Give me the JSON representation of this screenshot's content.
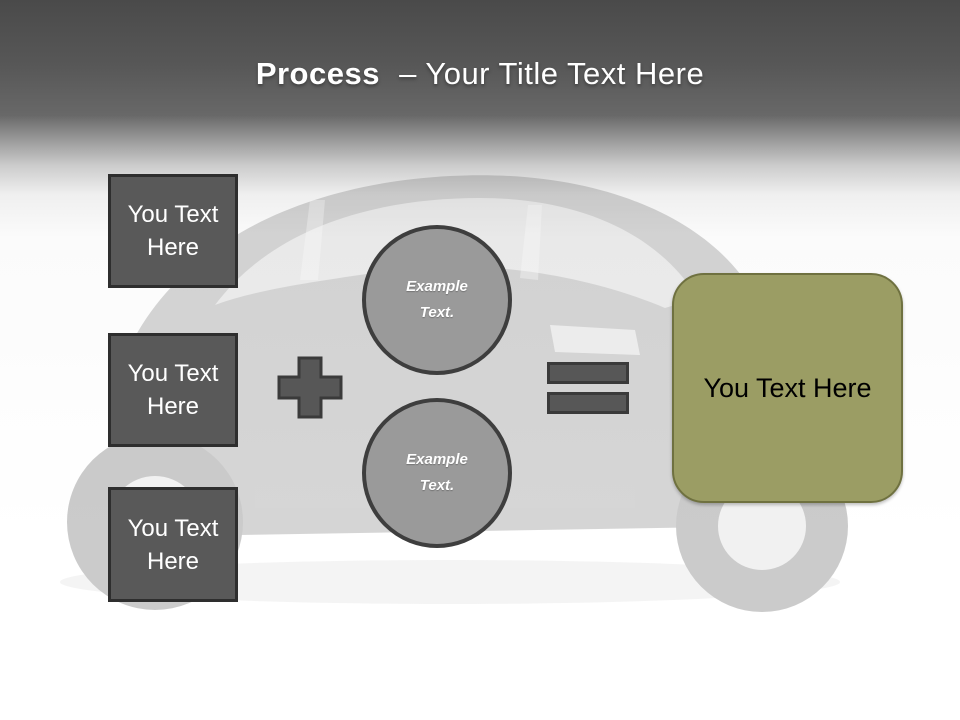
{
  "slide": {
    "title": {
      "bold": "Process",
      "rest": "– Your Title Text Here"
    },
    "background": "ghosted car photo"
  },
  "diagram": {
    "inputs": [
      {
        "label": "You Text Here"
      },
      {
        "label": "You Text Here"
      },
      {
        "label": "You Text Here"
      }
    ],
    "examples": [
      {
        "label": "Example Text."
      },
      {
        "label": "Example Text."
      }
    ],
    "operators": {
      "plus": "plus-sign",
      "equals": "equals-sign"
    },
    "result": {
      "label": "You Text Here"
    }
  },
  "colors": {
    "header-top": "#4a4a4a",
    "title-color": "#ffffff",
    "box-fill": "#595959",
    "box-border": "#2e2e2e",
    "circle-fill": "#9a9a9a",
    "circle-border": "#3e3e3e",
    "operator-fill": "#575757",
    "operator-border": "#3a3a3a",
    "result-fill": "#9b9d64",
    "result-border": "#6f7140",
    "result-text": "#000000",
    "shape-text": "#ffffff"
  }
}
